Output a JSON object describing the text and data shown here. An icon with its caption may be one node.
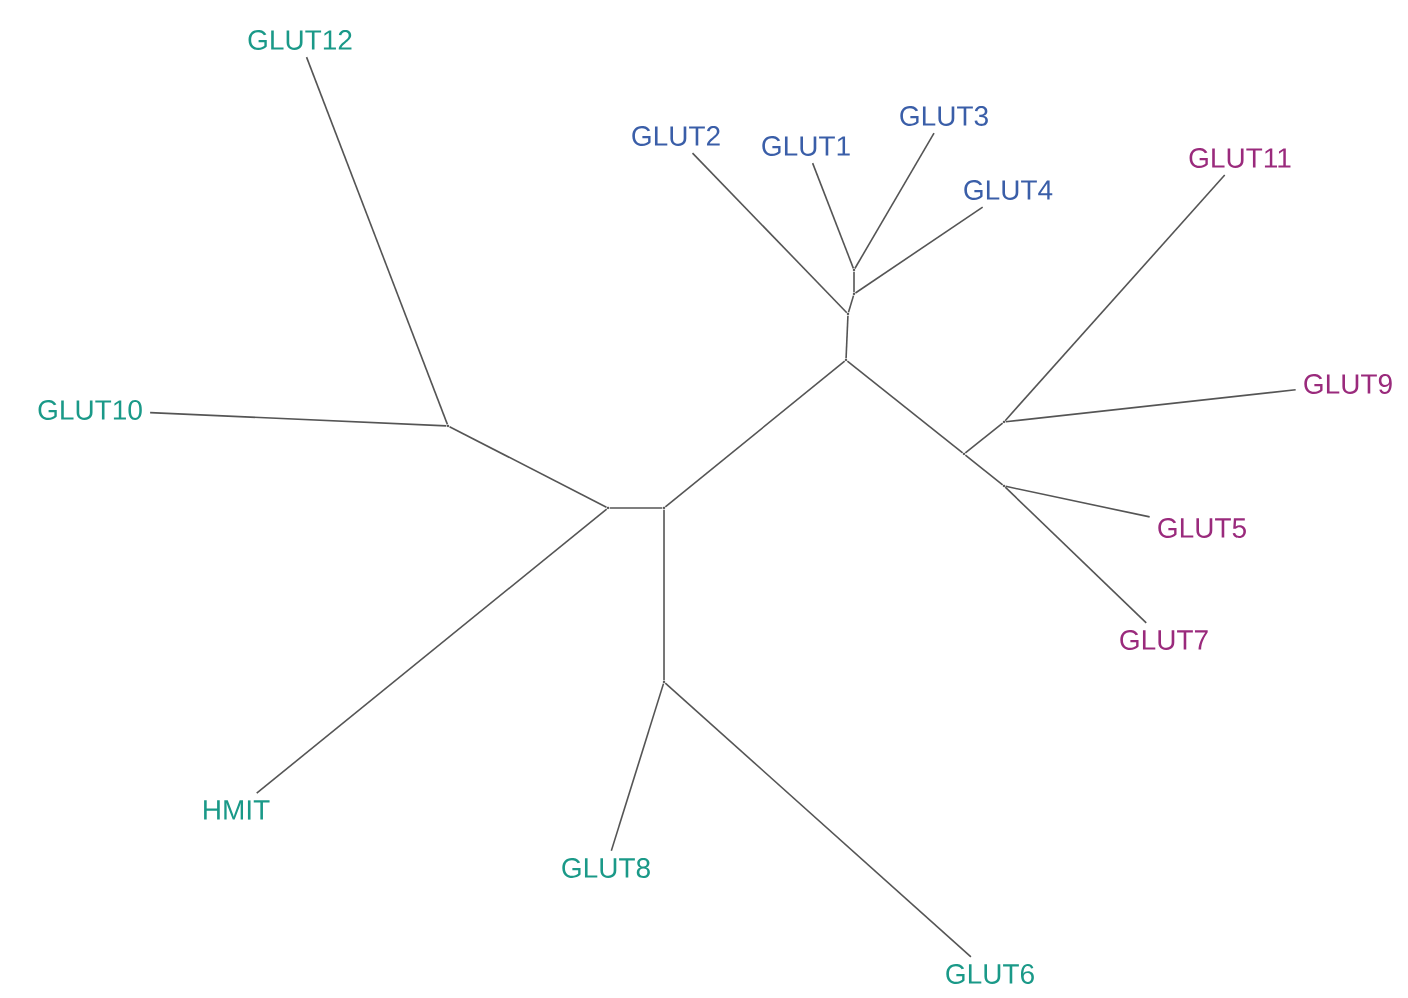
{
  "diagram": {
    "nodes": [
      {
        "text": [
          "GLUT12"
        ]
      },
      {
        "text": [
          "GLUT2"
        ]
      },
      {
        "text": [
          "GLUT1"
        ]
      },
      {
        "text": [
          "GLUT3"
        ]
      },
      {
        "text": [
          "GLUT11"
        ]
      },
      {
        "text": [
          "GLUT4"
        ]
      },
      {
        "text": [
          "GLUT10"
        ]
      },
      {
        "text": [
          "GLUT9"
        ]
      },
      {
        "text": [
          "GLUT5"
        ]
      },
      {
        "text": [
          "GLUT7"
        ]
      },
      {
        "text": [
          "HMIT"
        ]
      },
      {
        "text": [
          "GLUT8"
        ]
      },
      {
        "text": [
          "GLUT6"
        ]
      },
      {
        "text": [],
        "shape": "point"
      },
      {
        "text": [],
        "shape": "point"
      },
      {
        "text": [],
        "shape": "point"
      },
      {
        "text": [],
        "shape": "point"
      },
      {
        "text": [],
        "shape": "point"
      },
      {
        "text": [],
        "shape": "point"
      },
      {
        "text": [],
        "shape": "point"
      },
      {
        "text": [],
        "shape": "point"
      },
      {
        "text": [],
        "shape": "point"
      },
      {
        "text": [],
        "shape": "point"
      },
      {
        "text": [],
        "shape": "point"
      }
    ],
    "edges": [
      {
        "from": 13,
        "to": 2,
        "arrow": "none"
      },
      {
        "from": 13,
        "to": 3,
        "arrow": "none"
      },
      {
        "from": 14,
        "to": 13,
        "arrow": "none"
      },
      {
        "from": 14,
        "to": 5,
        "arrow": "none"
      },
      {
        "from": 15,
        "to": 14,
        "arrow": "none"
      },
      {
        "from": 15,
        "to": 1,
        "arrow": "none"
      },
      {
        "from": 16,
        "to": 15,
        "arrow": "none"
      },
      {
        "from": 16,
        "to": 19,
        "arrow": "none"
      },
      {
        "from": 19,
        "to": 18,
        "arrow": "none"
      },
      {
        "from": 18,
        "to": 4,
        "arrow": "none"
      },
      {
        "from": 18,
        "to": 7,
        "arrow": "none"
      },
      {
        "from": 19,
        "to": 20,
        "arrow": "none"
      },
      {
        "from": 20,
        "to": 8,
        "arrow": "none"
      },
      {
        "from": 20,
        "to": 9,
        "arrow": "none"
      },
      {
        "from": 16,
        "to": 22,
        "arrow": "none"
      },
      {
        "from": 22,
        "to": 21,
        "arrow": "none"
      },
      {
        "from": 21,
        "to": 17,
        "arrow": "none"
      },
      {
        "from": 17,
        "to": 0,
        "arrow": "none"
      },
      {
        "from": 17,
        "to": 6,
        "arrow": "none"
      },
      {
        "from": 21,
        "to": 10,
        "arrow": "none"
      },
      {
        "from": 22,
        "to": 23,
        "arrow": "none"
      },
      {
        "from": 23,
        "to": 11,
        "arrow": "none"
      },
      {
        "from": 23,
        "to": 12,
        "arrow": "none"
      }
    ]
  }
}
